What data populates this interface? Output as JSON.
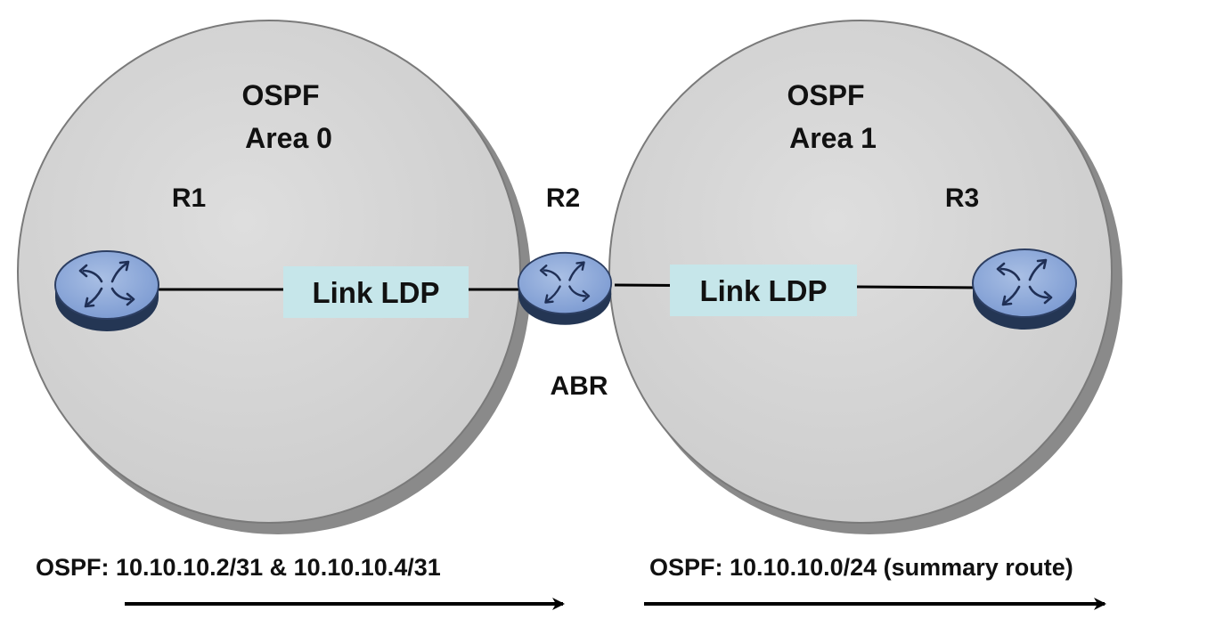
{
  "areas": [
    {
      "name": "OSPF",
      "label": "Area 0"
    },
    {
      "name": "OSPF",
      "label": "Area 1"
    }
  ],
  "routers": [
    {
      "name": "R1",
      "icon": "router-icon"
    },
    {
      "name": "R2",
      "role": "ABR",
      "icon": "router-icon"
    },
    {
      "name": "R3",
      "icon": "router-icon"
    }
  ],
  "links": [
    {
      "label": "Link LDP"
    },
    {
      "label": "Link LDP"
    }
  ],
  "routes": [
    {
      "text": "OSPF: 10.10.10.2/31 & 10.10.10.4/31"
    },
    {
      "text": "OSPF: 10.10.10.0/24 (summary route)"
    }
  ],
  "colors": {
    "area_fill": "#d3d3d3",
    "area_shadow": "#8a8a8a",
    "link_box": "#c6e6ea",
    "router_top": "#8fa9d8",
    "router_side": "#243654"
  }
}
